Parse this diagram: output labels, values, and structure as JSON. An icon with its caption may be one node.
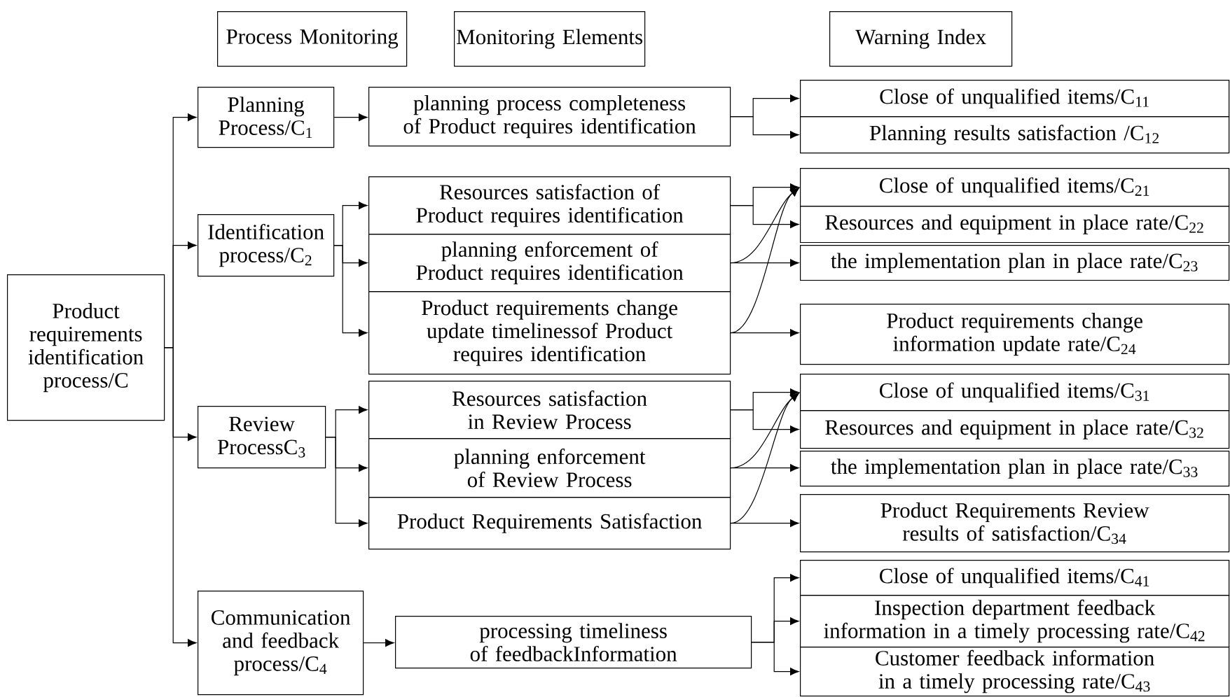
{
  "diagram": {
    "nodes": [
      {
        "text": [
          "Process Monitoring"
        ]
      },
      {
        "text": [
          "Monitoring Elements"
        ]
      },
      {
        "text": [
          "Warning Index"
        ]
      },
      {
        "text": [
          "Product requirements identification process/C"
        ]
      },
      {
        "text": [
          "Planning Process/C$_{1}$"
        ]
      },
      {
        "text": [
          "Identification process/C$_{2}$"
        ]
      },
      {
        "text": [
          "Review ProcessC$_{3}$"
        ]
      },
      {
        "text": [
          "Communication and feedback process/C$_{4}$"
        ]
      },
      {
        "text": [
          "planning process completeness of Product requires identification"
        ]
      },
      {
        "text": [
          "Resources satisfaction of Product requires identification"
        ]
      },
      {
        "text": [
          "planning enforcement of Product requires identification"
        ]
      },
      {
        "text": [
          "Product requirements change update timelinessof Product requires identification"
        ]
      },
      {
        "text": [
          "Resources satisfaction in Review Process"
        ]
      },
      {
        "text": [
          "planning enforcement of Review Process"
        ]
      },
      {
        "text": [
          "Product Requirements Satisfaction"
        ]
      },
      {
        "text": [
          "processing timeliness of feedbackInformation"
        ]
      },
      {
        "text": [
          "Close of unqualified items/C$_{11}$"
        ]
      },
      {
        "text": [
          "Planning results satisfaction /C$_{12}$"
        ]
      },
      {
        "text": [
          "Close of unqualified items/C$_{21}$"
        ]
      },
      {
        "text": [
          "Resources and equipment in place rate/C$_{22}$"
        ]
      },
      {
        "text": [
          "the implementation plan in place rate/C$_{23}$"
        ]
      },
      {
        "text": [
          "Product requirements change information update rate/C$_{24}$"
        ]
      },
      {
        "text": [
          "Close of unqualified items/C$_{31}$"
        ]
      },
      {
        "text": [
          "Resources and equipment in place rate/C$_{32}$"
        ]
      },
      {
        "text": [
          "the implementation plan in place rate/C$_{33}$"
        ]
      },
      {
        "text": [
          "Product Requirements Review results of satisfaction/C$_{34}$"
        ]
      },
      {
        "text": [
          "Close of unqualified items/C$_{41}$"
        ]
      },
      {
        "text": [
          "Inspection department feedback information in a timely processing rate/C$_{42}$"
        ]
      },
      {
        "text": [
          "Customer feedback information in a timely processing rate/C$_{43}$"
        ]
      }
    ],
    "edges": [
      {
        "from": 3,
        "to": 4,
        "arrow": "to"
      },
      {
        "from": 3,
        "to": 5,
        "arrow": "to"
      },
      {
        "from": 3,
        "to": 6,
        "arrow": "to"
      },
      {
        "from": 3,
        "to": 7,
        "arrow": "to"
      },
      {
        "from": 4,
        "to": 8,
        "arrow": "to"
      },
      {
        "from": 8,
        "to": 16,
        "arrow": "to"
      },
      {
        "from": 8,
        "to": 17,
        "arrow": "to"
      },
      {
        "from": 5,
        "to": 9,
        "arrow": "to"
      },
      {
        "from": 5,
        "to": 10,
        "arrow": "to"
      },
      {
        "from": 5,
        "to": 11,
        "arrow": "to"
      },
      {
        "from": 9,
        "to": 18,
        "arrow": "to"
      },
      {
        "from": 9,
        "to": 19,
        "arrow": "to"
      },
      {
        "from": 10,
        "to": 18,
        "arrow": "to"
      },
      {
        "from": 10,
        "to": 20,
        "arrow": "to"
      },
      {
        "from": 11,
        "to": 18,
        "arrow": "to"
      },
      {
        "from": 11,
        "to": 21,
        "arrow": "to"
      },
      {
        "from": 6,
        "to": 12,
        "arrow": "to"
      },
      {
        "from": 6,
        "to": 13,
        "arrow": "to"
      },
      {
        "from": 6,
        "to": 14,
        "arrow": "to"
      },
      {
        "from": 12,
        "to": 22,
        "arrow": "to"
      },
      {
        "from": 12,
        "to": 23,
        "arrow": "to"
      },
      {
        "from": 13,
        "to": 22,
        "arrow": "to"
      },
      {
        "from": 13,
        "to": 24,
        "arrow": "to"
      },
      {
        "from": 14,
        "to": 22,
        "arrow": "to"
      },
      {
        "from": 14,
        "to": 25,
        "arrow": "to"
      },
      {
        "from": 7,
        "to": 15,
        "arrow": "to"
      },
      {
        "from": 15,
        "to": 26,
        "arrow": "to"
      },
      {
        "from": 15,
        "to": 27,
        "arrow": "to"
      },
      {
        "from": 15,
        "to": 28,
        "arrow": "to"
      }
    ]
  }
}
